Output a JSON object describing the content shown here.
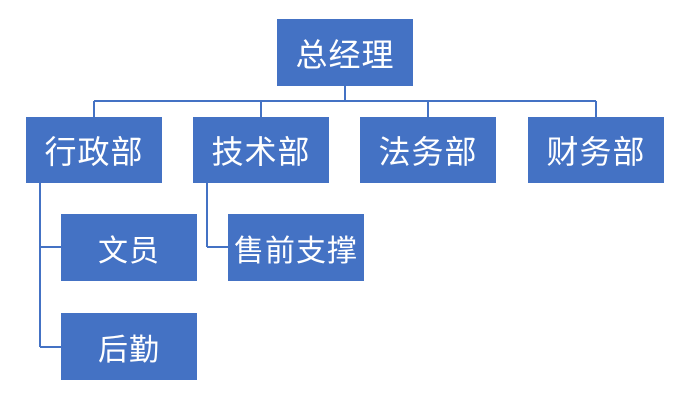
{
  "org_chart": {
    "root": {
      "label": "总经理"
    },
    "departments": [
      {
        "label": "行政部",
        "children": [
          {
            "label": "文员"
          },
          {
            "label": "后勤"
          }
        ]
      },
      {
        "label": "技术部",
        "children": [
          {
            "label": "售前支撑"
          }
        ]
      },
      {
        "label": "法务部",
        "children": []
      },
      {
        "label": "财务部",
        "children": []
      }
    ]
  },
  "colors": {
    "node_fill": "#4472c4",
    "node_text": "#ffffff",
    "connector": "#4472c4"
  }
}
